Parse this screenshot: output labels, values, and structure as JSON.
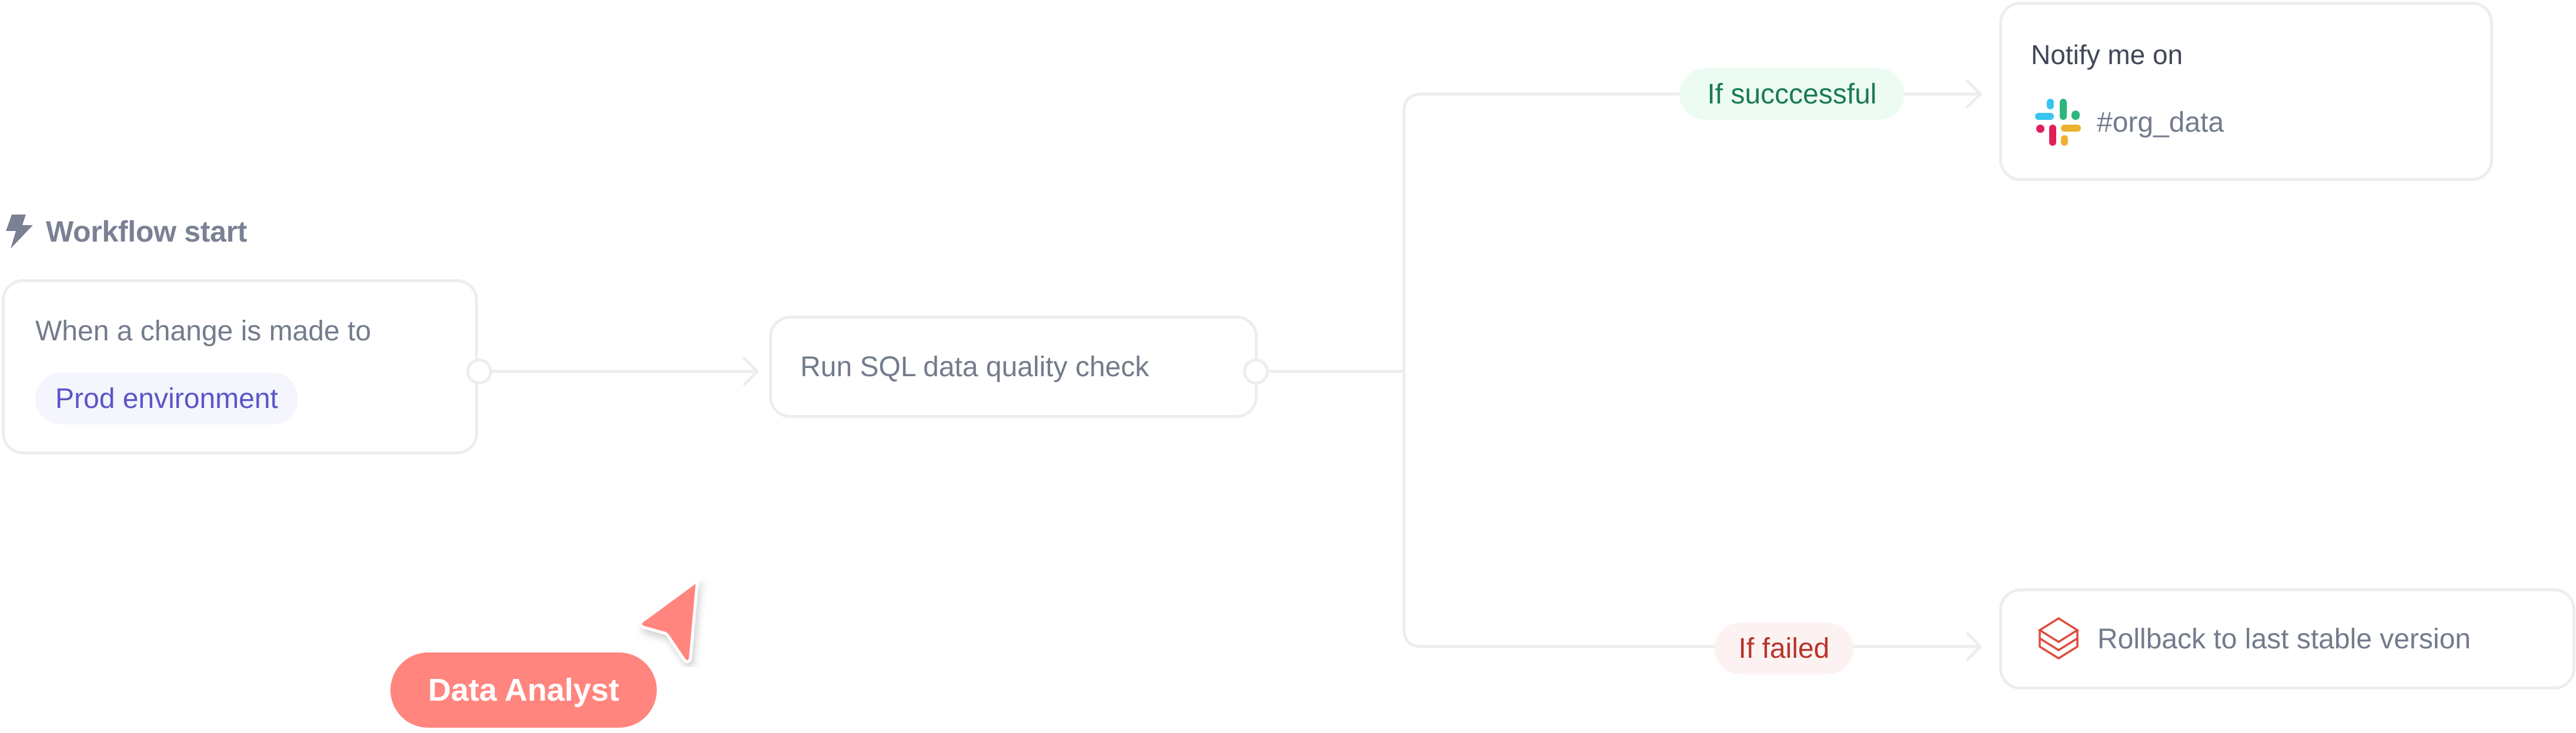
{
  "header": {
    "icon": "bolt-icon",
    "title": "Workflow start"
  },
  "nodes": {
    "trigger": {
      "text": "When a change is made to",
      "environment": "Prod environment"
    },
    "sql_check": {
      "label": "Run SQL data quality check"
    },
    "notify": {
      "title": "Notify me on",
      "channel_icon": "slack-icon",
      "channel": "#org_data"
    },
    "rollback": {
      "icon": "layers-icon",
      "label": "Rollback to last stable version"
    }
  },
  "branches": {
    "success": {
      "label": "If succcessful",
      "color": "#1B7A55",
      "background": "#EDFCF3"
    },
    "failed": {
      "label": "If failed",
      "color": "#B8342B",
      "background": "#FDF2F2"
    }
  },
  "collaborator": {
    "name": "Data Analyst",
    "color": "#FF857E",
    "cursor_icon": "cursor-arrow-icon"
  },
  "colors": {
    "connector": "#ECEDEF",
    "text_muted": "#737B8C",
    "env_accent": "#5B55C9",
    "slack": [
      "#36C5F0",
      "#2EB67D",
      "#E01E5A",
      "#ECB22E"
    ],
    "rollback_icon": "#E04A3A"
  }
}
